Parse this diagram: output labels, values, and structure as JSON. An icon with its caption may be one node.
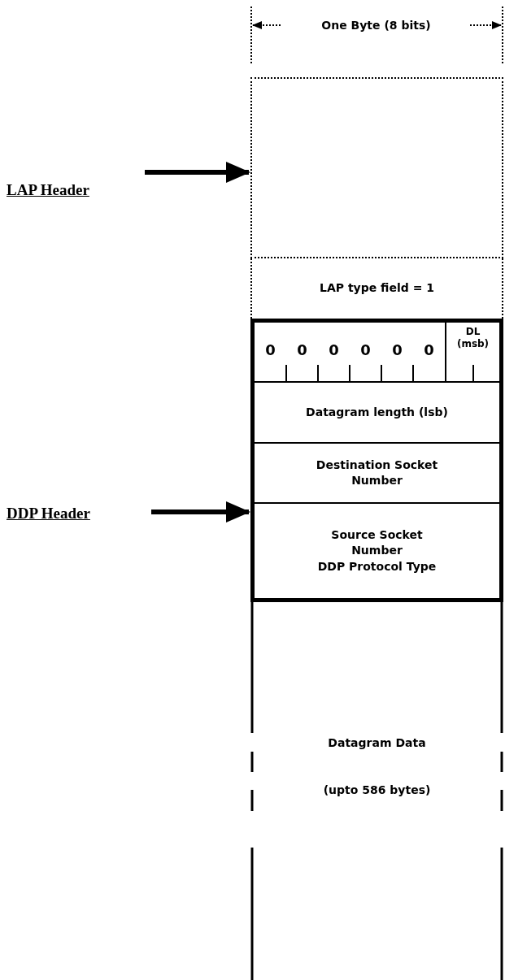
{
  "diagram": {
    "nodes": [
      {
        "text": [
          "LAP Header"
        ]
      },
      {
        "text": [
          "DDP Header"
        ]
      },
      {
        "text": [],
        "shape": "box"
      },
      {
        "text": [
          "LAP type field = 1"
        ]
      },
      {
        "text": [],
        "shape": "box"
      },
      {
        "text": [
          "0",
          "0",
          "0",
          "0",
          "0",
          "0",
          "DL (msb)"
        ],
        "in": 4
      },
      {
        "text": [
          "Datagram length (lsb)"
        ],
        "in": 4
      },
      {
        "text": [
          "Destination Socket Number"
        ],
        "in": 4
      },
      {
        "text": [
          "Source Socket Number",
          "DDP Protocol Type"
        ],
        "in": 4
      },
      {
        "text": [
          "Datagram Data",
          "(upto 586 bytes)"
        ]
      }
    ],
    "edges": [
      {
        "from": 0,
        "to": 2,
        "arrow": "to"
      },
      {
        "from": 1,
        "to": 4,
        "arrow": "to"
      }
    ],
    "labels": [
      "One Byte (8 bits)"
    ]
  }
}
